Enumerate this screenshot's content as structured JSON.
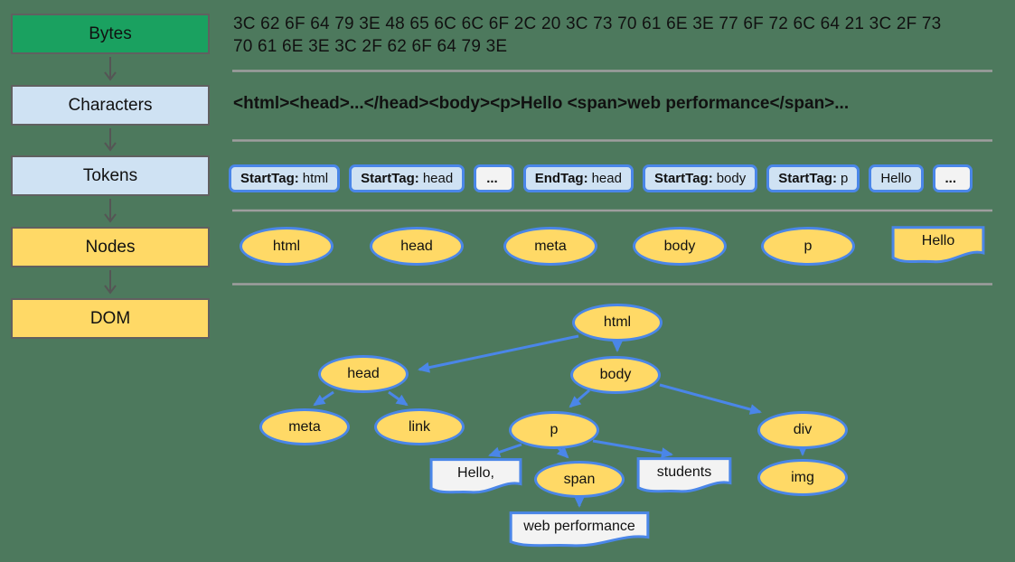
{
  "colors": {
    "bg": "#4d795d",
    "green": "#1aa160",
    "lightblue": "#cfe2f3",
    "yellow": "#ffd966",
    "blue": "#4a86e8",
    "nearwhite": "#f3f3f3",
    "grayborder": "#606060",
    "linegray": "#9e9e9e",
    "arrowgray": "#555555",
    "text": "#111111"
  },
  "pipeline": {
    "stages": [
      {
        "label": "Bytes"
      },
      {
        "label": "Characters"
      },
      {
        "label": "Tokens"
      },
      {
        "label": "Nodes"
      },
      {
        "label": "DOM"
      }
    ]
  },
  "bytes": {
    "hex": "3C 62 6F 64 79 3E 48 65 6C 6C 6F 2C 20 3C 73 70 61 6E 3E 77 6F 72 6C 64 21 3C 2F 73 70 61 6E 3E 3C 2F 62 6F 64 79 3E"
  },
  "characters": {
    "text": "<html><head>...</head><body><p>Hello <span>web performance</span>..."
  },
  "tokens": [
    {
      "type_label": "StartTag:",
      "value": "html"
    },
    {
      "type_label": "StartTag:",
      "value": "head"
    },
    {
      "value": "..."
    },
    {
      "type_label": "EndTag:",
      "value": "head"
    },
    {
      "type_label": "StartTag:",
      "value": "body"
    },
    {
      "type_label": "StartTag:",
      "value": "p"
    },
    {
      "value": "Hello"
    },
    {
      "value": "..."
    }
  ],
  "nodes_row": {
    "items": [
      {
        "label": "html",
        "shape": "ellipse"
      },
      {
        "label": "head",
        "shape": "ellipse"
      },
      {
        "label": "meta",
        "shape": "ellipse"
      },
      {
        "label": "body",
        "shape": "ellipse"
      },
      {
        "label": "p",
        "shape": "ellipse"
      },
      {
        "label": "Hello",
        "shape": "flag"
      }
    ]
  },
  "dom": {
    "nodes": [
      {
        "label": "html",
        "type": "element"
      },
      {
        "label": "head",
        "type": "element"
      },
      {
        "label": "body",
        "type": "element"
      },
      {
        "label": "meta",
        "type": "element"
      },
      {
        "label": "link",
        "type": "element"
      },
      {
        "label": "p",
        "type": "element"
      },
      {
        "label": "div",
        "type": "element"
      },
      {
        "label": "Hello,",
        "type": "text"
      },
      {
        "label": "span",
        "type": "element"
      },
      {
        "label": "students",
        "type": "text"
      },
      {
        "label": "img",
        "type": "element"
      },
      {
        "label": "web performance",
        "type": "text"
      }
    ]
  }
}
